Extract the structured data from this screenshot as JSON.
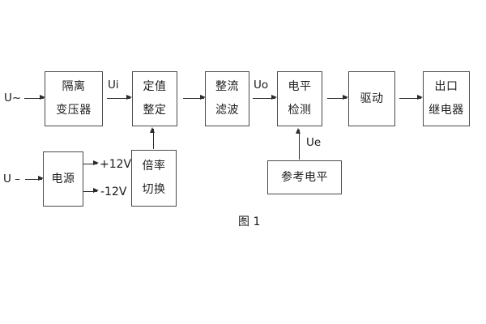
{
  "figure": {
    "caption": "图 1",
    "colors": {
      "background": "#ffffff",
      "box_border": "#4a4a4a",
      "arrow_line": "#2b2b2b",
      "text": "#1d1d1f"
    },
    "inputs": {
      "ac_label": "U~",
      "dc_label": "U –"
    },
    "signals": {
      "ui": "Ui",
      "uo": "Uo",
      "ue": "Ue",
      "plus12v": "+12V",
      "minus12v": "-12V"
    },
    "blocks": {
      "isolation_transformer": {
        "line1": "隔离",
        "line2": "变压器"
      },
      "setting_adjust": {
        "line1": "定值",
        "line2": "整定"
      },
      "rectifier_filter": {
        "line1": "整流",
        "line2": "滤波"
      },
      "level_detect": {
        "line1": "电平",
        "line2": "检测"
      },
      "drive": {
        "line1": "驱动"
      },
      "output_relay": {
        "line1": "出口",
        "line2": "继电器"
      },
      "power_supply": {
        "line1": "电源"
      },
      "ratio_switch": {
        "line1": "倍率",
        "line2": "切换"
      },
      "reference_level": {
        "line1": "参考电平"
      }
    }
  }
}
